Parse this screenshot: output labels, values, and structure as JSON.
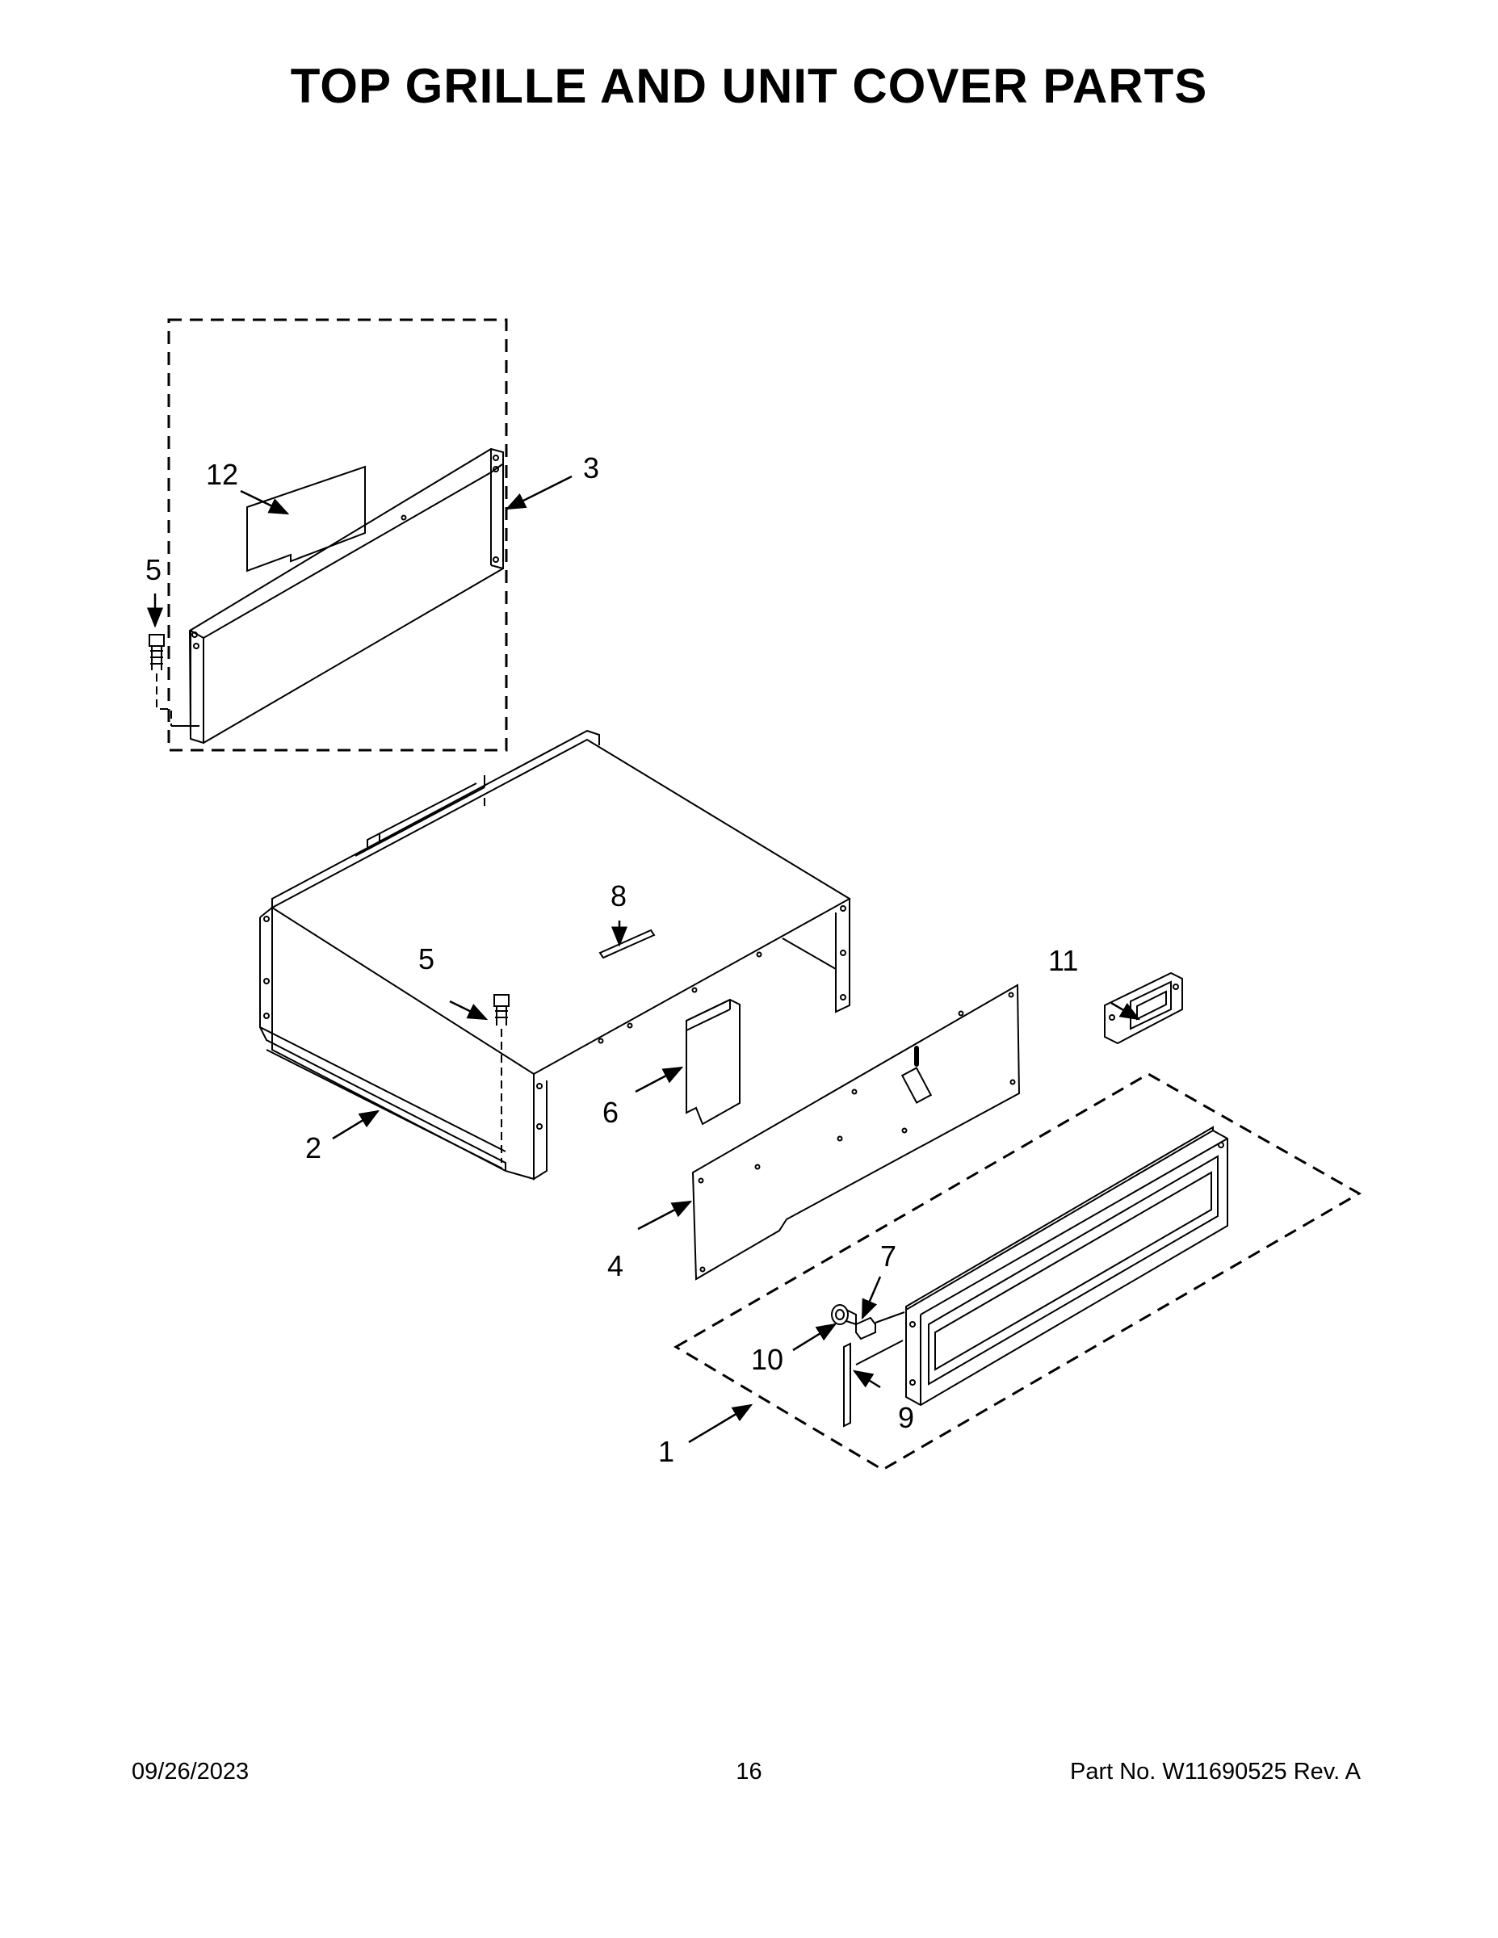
{
  "title": "TOP GRILLE AND UNIT COVER PARTS",
  "callouts": {
    "c1": "1",
    "c2": "2",
    "c3": "3",
    "c4": "4",
    "c5a": "5",
    "c5b": "5",
    "c6": "6",
    "c7": "7",
    "c8": "8",
    "c9": "9",
    "c10": "10",
    "c11": "11",
    "c12": "12"
  },
  "footer": {
    "date": "09/26/2023",
    "page": "16",
    "part_no": "Part No.  W11690525  Rev.  A"
  }
}
